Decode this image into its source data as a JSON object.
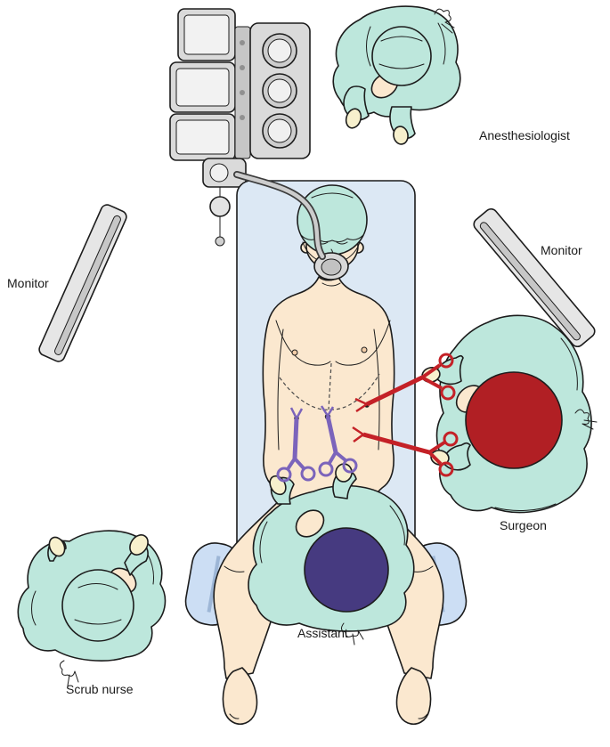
{
  "diagram": {
    "labels": {
      "anesthesiologist": "Anesthesiologist",
      "monitor_left": "Monitor",
      "monitor_right": "Monitor",
      "surgeon": "Surgeon",
      "assistant": "Assistant",
      "scrub_nurse": "Scrub nurse"
    },
    "colors": {
      "scrubs": "#bde7dc",
      "skin": "#fbe8cf",
      "hands": "#f7f0cd",
      "surgeon_cap": "#b11f24",
      "assistant_cap": "#463a80",
      "table": "#dce8f4",
      "leg_support": "#ccdef4",
      "machine": "#dadada",
      "monitor": "#e6e6e6",
      "instrument_red": "#c42127",
      "instrument_purple": "#7b64bb",
      "outline": "#1c1c1c",
      "background": "#ffffff"
    }
  }
}
